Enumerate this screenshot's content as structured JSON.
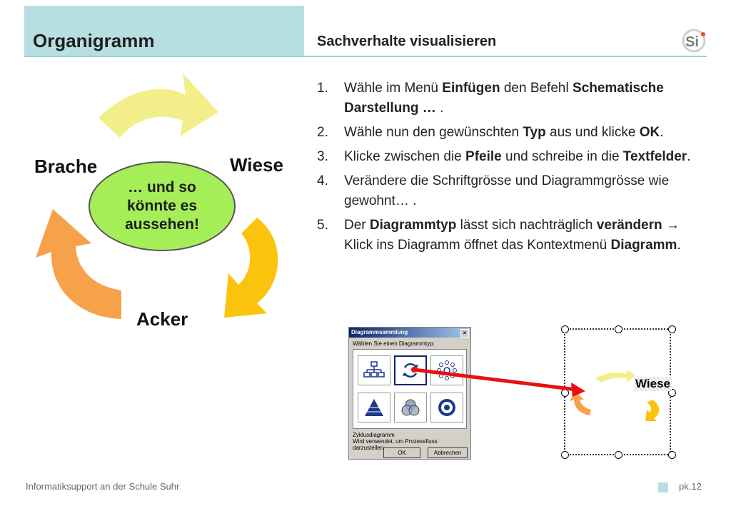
{
  "title": "Organigramm",
  "subtitle": "Sachverhalte visualisieren",
  "cycle": {
    "labels": {
      "brache": "Brache",
      "wiese": "Wiese",
      "acker": "Acker"
    },
    "bubble_lines": [
      "… und so",
      "könnte es",
      "aussehen!"
    ],
    "colors": {
      "top": "#f2ee8a",
      "right": "#fcc30c",
      "left": "#f7a24a",
      "bubble": "#a5ee58"
    }
  },
  "steps": [
    {
      "num": "1.",
      "parts": [
        {
          "t": "Wähle im Menü ",
          "b": false
        },
        {
          "t": "Einfügen",
          "b": true
        },
        {
          "t": " den Befehl ",
          "b": false
        },
        {
          "t": "Schematische Darstellung …",
          "b": true
        },
        {
          "t": " .",
          "b": false
        }
      ]
    },
    {
      "num": "2.",
      "parts": [
        {
          "t": "Wähle nun den gewünschten ",
          "b": false
        },
        {
          "t": "Typ",
          "b": true
        },
        {
          "t": " aus und klicke ",
          "b": false
        },
        {
          "t": "OK",
          "b": true
        },
        {
          "t": ".",
          "b": false
        }
      ]
    },
    {
      "num": "3.",
      "parts": [
        {
          "t": "Klicke zwischen die ",
          "b": false
        },
        {
          "t": "Pfeile",
          "b": true
        },
        {
          "t": " und schreibe in die ",
          "b": false
        },
        {
          "t": "Textfelder",
          "b": true
        },
        {
          "t": ".",
          "b": false
        }
      ]
    },
    {
      "num": "4.",
      "parts": [
        {
          "t": "Verändere die Schriftgrösse und Diagrammgrösse wie gewohnt… .",
          "b": false
        }
      ]
    },
    {
      "num": "5.",
      "parts": [
        {
          "t": "Der ",
          "b": false
        },
        {
          "t": "Diagrammtyp",
          "b": true
        },
        {
          "t": " lässt sich nachträglich ",
          "b": false
        },
        {
          "t": "verändern",
          "b": true
        },
        {
          "t": " ",
          "b": false
        },
        {
          "t": "→",
          "b": true
        },
        {
          "t": " Klick ins Diagramm öffnet das Kontextmenü ",
          "b": false
        },
        {
          "t": "Diagramm",
          "b": true
        },
        {
          "t": ".",
          "b": false
        }
      ]
    }
  ],
  "dialog": {
    "title": "Diagrammsammlung",
    "close": "×",
    "prompt": "Wählen Sie einen Diagrammtyp:",
    "desc_title": "Zyklusdiagramm",
    "desc_text": "Wird verwendet, um Prozessfluss darzustellen",
    "ok": "OK",
    "cancel": "Abbrechen",
    "icons": [
      "org-chart-icon",
      "cycle-icon",
      "radial-icon",
      "pyramid-icon",
      "venn-icon",
      "target-icon"
    ]
  },
  "preview": {
    "label": "Wiese"
  },
  "footer": {
    "left": "Informatiksupport an der Schule Suhr",
    "right": "pk.12"
  },
  "logo": {
    "text": "Si"
  }
}
